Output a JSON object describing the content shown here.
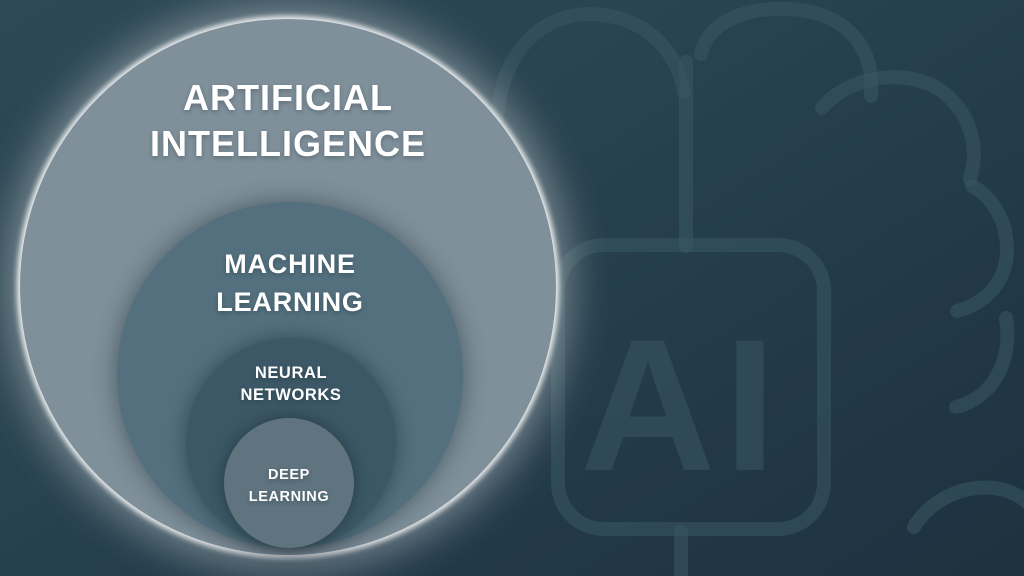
{
  "background": {
    "gradient_top_left": "#2d4856",
    "gradient_bottom_right": "#1e323f",
    "watermark": {
      "icon": "brain-outline-icon",
      "ai_label": "AI",
      "stroke_color": "#3b5765"
    }
  },
  "diagram": {
    "type": "nested-circles",
    "glow_color": "#ffffff",
    "text_color": "#ffffff",
    "levels": [
      {
        "id": "artificial-intelligence",
        "label_line1": "ARTIFICIAL",
        "label_line2": "INTELLIGENCE",
        "label": "ARTIFICIAL\nINTELLIGENCE",
        "fill": "#7f909b"
      },
      {
        "id": "machine-learning",
        "label_line1": "MACHINE",
        "label_line2": "LEARNING",
        "label": "MACHINE\nLEARNING",
        "fill": "#54707e"
      },
      {
        "id": "neural-networks",
        "label_line1": "NEURAL",
        "label_line2": "NETWORKS",
        "label": "NEURAL\nNETWORKS",
        "fill": "#3c5866"
      },
      {
        "id": "deep-learning",
        "label_line1": "DEEP",
        "label_line2": "LEARNING",
        "label": "DEEP\nLEARNING",
        "fill": "#5f747f"
      }
    ]
  }
}
